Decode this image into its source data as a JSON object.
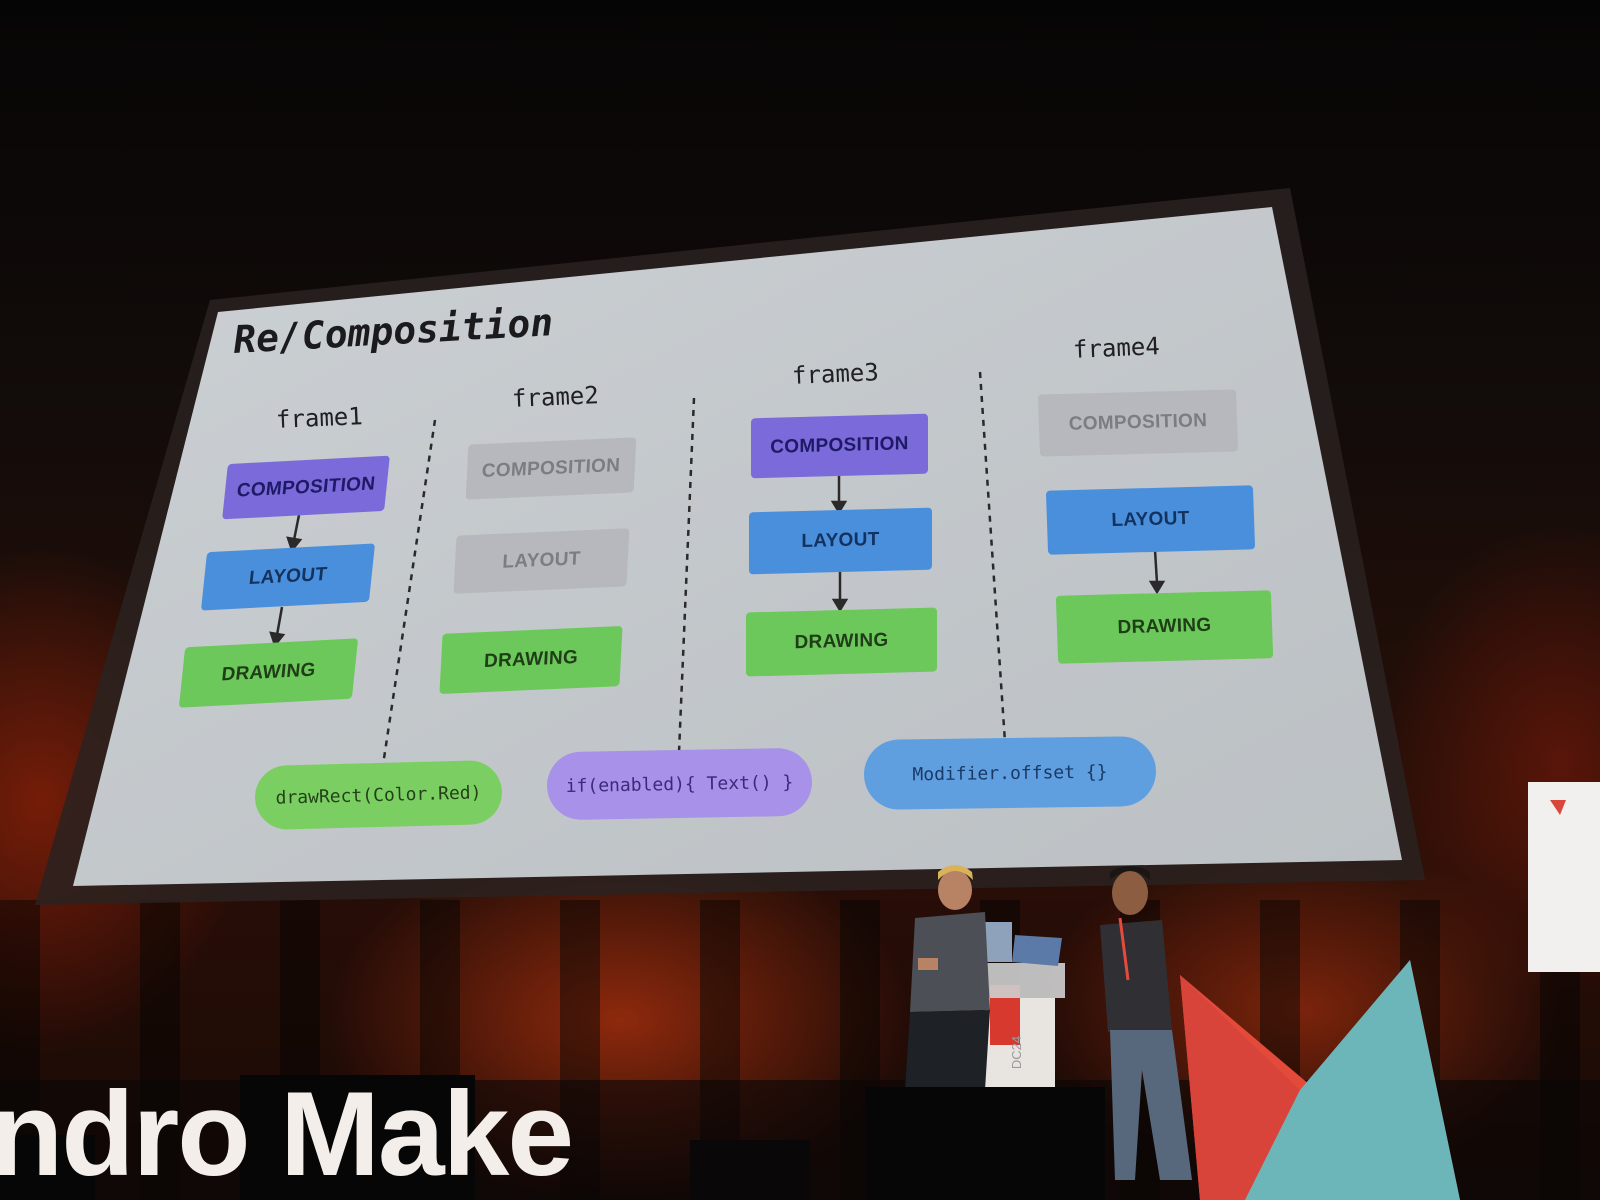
{
  "slide": {
    "title": "Re/Composition",
    "frames": [
      {
        "label": "frame1",
        "stages": [
          "COMPOSITION",
          "LAYOUT",
          "DRAWING"
        ]
      },
      {
        "label": "frame2",
        "stages": [
          "COMPOSITION",
          "LAYOUT",
          "DRAWING"
        ]
      },
      {
        "label": "frame3",
        "stages": [
          "COMPOSITION",
          "LAYOUT",
          "DRAWING"
        ]
      },
      {
        "label": "frame4",
        "stages": [
          "COMPOSITION",
          "LAYOUT",
          "DRAWING"
        ]
      }
    ],
    "triggers": [
      "drawRect(Color.Red)",
      "if(enabled){ Text() }",
      "Modifier.offset {}"
    ]
  },
  "stage_sign": {
    "text": "ndro Make",
    "podium_text": "DC24"
  },
  "colors": {
    "slide_background": "#c7ccd0",
    "composition": "#7b6ad9",
    "layout": "#4a8fdc",
    "drawing": "#6cc85a",
    "inactive": "#b6b8bd",
    "stage_light": "#e6461e"
  }
}
